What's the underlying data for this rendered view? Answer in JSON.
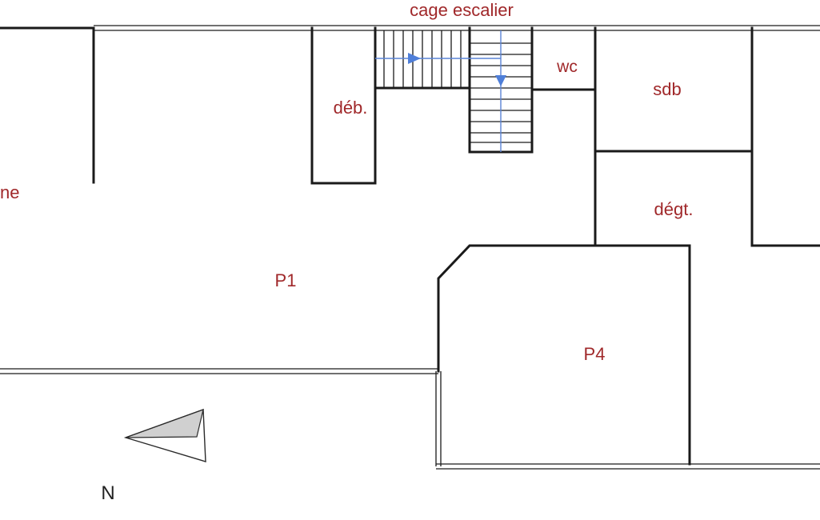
{
  "plan": {
    "labels": {
      "stairwell": "cage escalier",
      "wc": "wc",
      "bathroom": "sdb",
      "closet": "déb.",
      "corridor": "dégt.",
      "kitchen_partial": "ne",
      "room_p1": "P1",
      "room_p4": "P4"
    },
    "north": {
      "label": "N"
    },
    "colors": {
      "label": "#a0282a",
      "wall": "#1a1a1a",
      "stair_line": "#5a84d6",
      "background": "#ffffff"
    }
  }
}
